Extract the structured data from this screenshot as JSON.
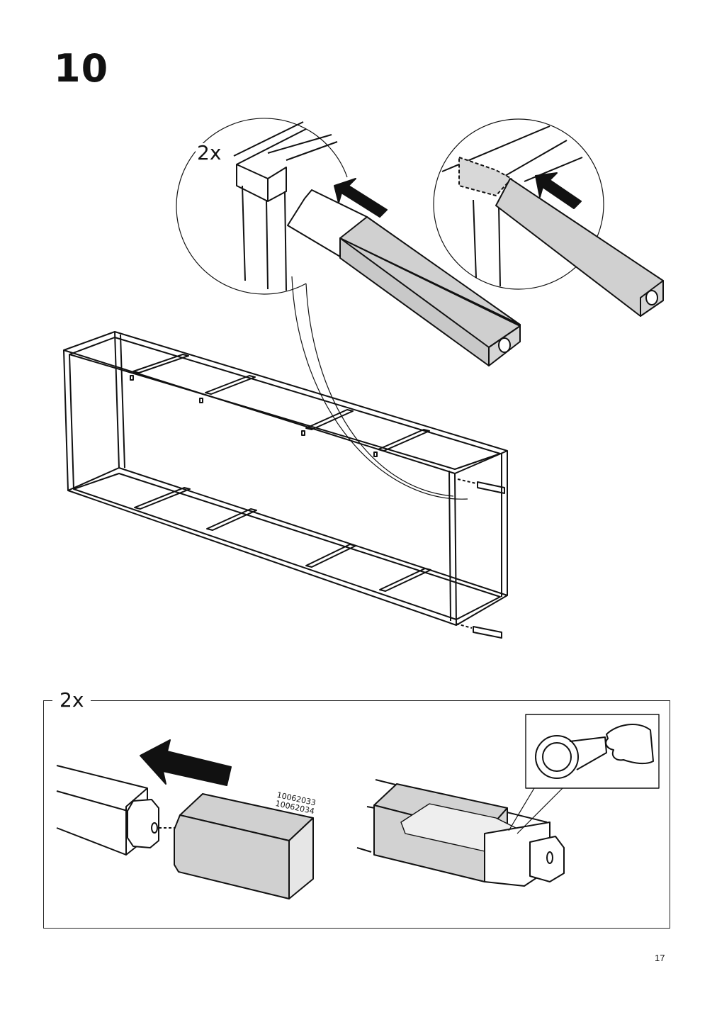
{
  "step": {
    "number": "10"
  },
  "detail": {
    "quantity": "2x"
  },
  "subassembly": {
    "quantity": "2x",
    "part_numbers": [
      "10062033",
      "10062034"
    ]
  },
  "page": {
    "number": "17"
  },
  "icons": [
    "push-arrow-icon",
    "tape-roll-icon",
    "hand-icon"
  ]
}
